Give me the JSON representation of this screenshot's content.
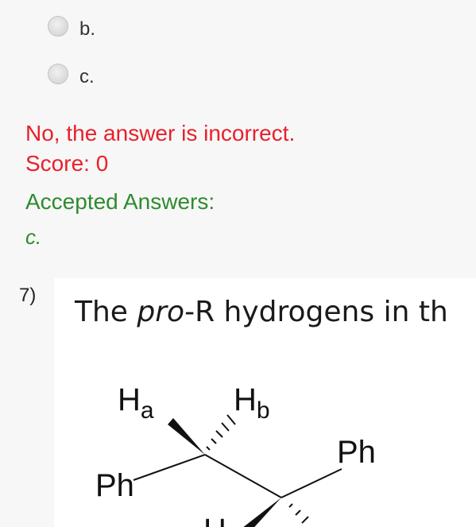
{
  "options": [
    {
      "label": "b."
    },
    {
      "label": "c."
    }
  ],
  "feedback": {
    "message": "No, the answer is incorrect.",
    "score": "Score: 0",
    "accepted_label": "Accepted Answers:",
    "accepted_value": "c."
  },
  "question": {
    "number": "7)",
    "text_before": "The ",
    "text_italic": "pro",
    "text_after": "-R hydrogens in th"
  },
  "molecule": {
    "ha": "H",
    "ha_sub": "a",
    "hb": "H",
    "hb_sub": "b",
    "ph_left": "Ph",
    "ph_right": "Ph",
    "h_bottom": "H"
  },
  "colors": {
    "error": "#e8202b",
    "accepted": "#2e8b2e"
  }
}
